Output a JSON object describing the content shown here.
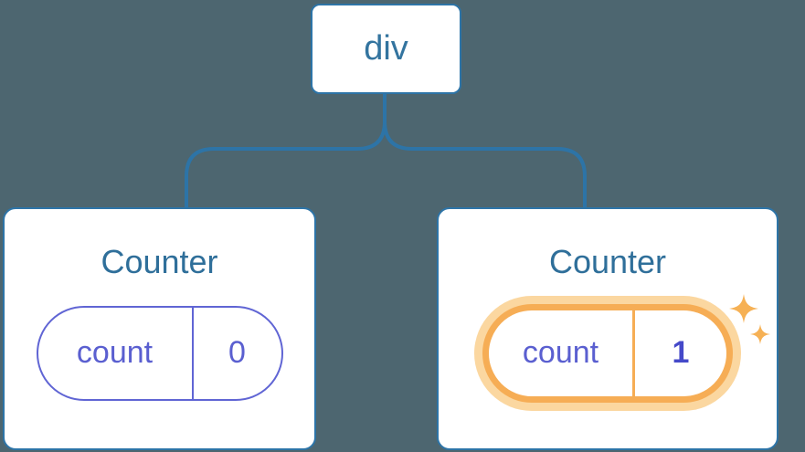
{
  "diagram": {
    "root": {
      "label": "div"
    },
    "children": [
      {
        "title": "Counter",
        "state_key": "count",
        "state_value": "0",
        "highlighted": false
      },
      {
        "title": "Counter",
        "state_key": "count",
        "state_value": "1",
        "highlighted": true
      }
    ]
  },
  "icons": {
    "sparkles": "sparkles-state-updated-icon"
  },
  "colors": {
    "background": "#4d6670",
    "line_blue": "#2d74a7",
    "heading_blue": "#2f6f9a",
    "state_purple": "#5a5fd0",
    "state_value_bold_purple": "#4549c9",
    "highlight_orange": "#f6ad55",
    "highlight_glow": "#fbd7a0",
    "sparkle_orange": "#f6b155",
    "card_background": "#ffffff"
  }
}
